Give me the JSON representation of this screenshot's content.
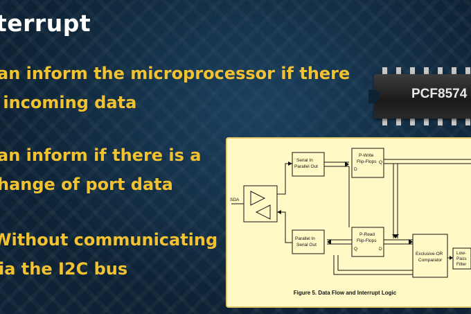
{
  "slide": {
    "title": "terrupt",
    "bullets": [
      {
        "line1": "an inform the microprocessor if there",
        "line2": " incoming data"
      },
      {
        "line1": "an inform if there is a",
        "line2": "hange of port data"
      },
      {
        "line1": "Without communicating",
        "line2": "ia the I2C bus"
      }
    ]
  },
  "chip": {
    "label": "PCF8574"
  },
  "diagram": {
    "sda_label": "SDA",
    "blocks": {
      "serial_in": [
        "Serial In",
        "Parallel Out"
      ],
      "parallel_in": [
        "Parallel In",
        "Serial Out"
      ],
      "write_ff": [
        "P-Write",
        "Flip-Flops"
      ],
      "read_ff": [
        "P-Read",
        "Flip-Flops"
      ],
      "comparator": [
        "Exclusive-OR",
        "Comparator"
      ],
      "filter": [
        "Low-",
        "Pass",
        "Filter"
      ]
    },
    "pin_labels": {
      "d": "D",
      "q": "Q"
    },
    "caption": "Figure 5.  Data Flow and Interrupt Logic"
  },
  "colors": {
    "accent": "#f2c230",
    "title": "#ffffff",
    "panel": "#fff9c6"
  }
}
